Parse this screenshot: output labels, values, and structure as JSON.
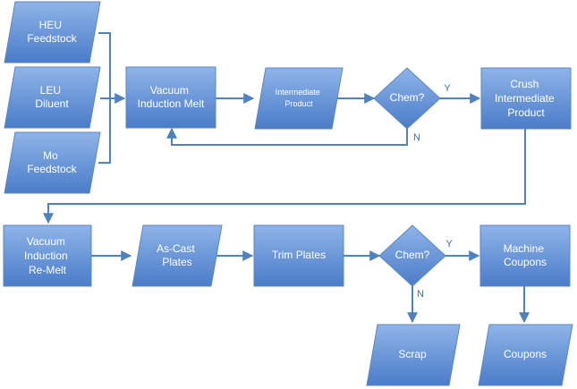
{
  "nodes": {
    "heu": {
      "lines": [
        "HEU",
        "Feedstock"
      ]
    },
    "leu": {
      "lines": [
        "LEU",
        "Diluent"
      ]
    },
    "mo": {
      "lines": [
        "Mo",
        "Feedstock"
      ]
    },
    "vim": {
      "lines": [
        "Vacuum",
        "Induction Melt"
      ]
    },
    "intermediate": {
      "lines": [
        "Intermediate",
        "Product"
      ]
    },
    "chem1": {
      "lines": [
        "Chem?"
      ]
    },
    "crush": {
      "lines": [
        "Crush",
        "Intermediate",
        "Product"
      ]
    },
    "remelt": {
      "lines": [
        "Vacuum",
        "Induction",
        "Re-Melt"
      ]
    },
    "ascast": {
      "lines": [
        "As-Cast",
        "Plates"
      ]
    },
    "trim": {
      "lines": [
        "Trim Plates"
      ]
    },
    "chem2": {
      "lines": [
        "Chem?"
      ]
    },
    "machine": {
      "lines": [
        "Machine",
        "Coupons"
      ]
    },
    "scrap": {
      "lines": [
        "Scrap"
      ]
    },
    "coupons": {
      "lines": [
        "Coupons"
      ]
    }
  },
  "edge_labels": {
    "chem1_yes": "Y",
    "chem1_no": "N",
    "chem2_yes": "Y",
    "chem2_no": "N"
  },
  "colors": {
    "fill_top": "#8fb4e8",
    "fill_bottom": "#4a7cc9",
    "stroke": "#5b86c4",
    "connector": "#4f81bd",
    "label": "#3a6fb0"
  }
}
